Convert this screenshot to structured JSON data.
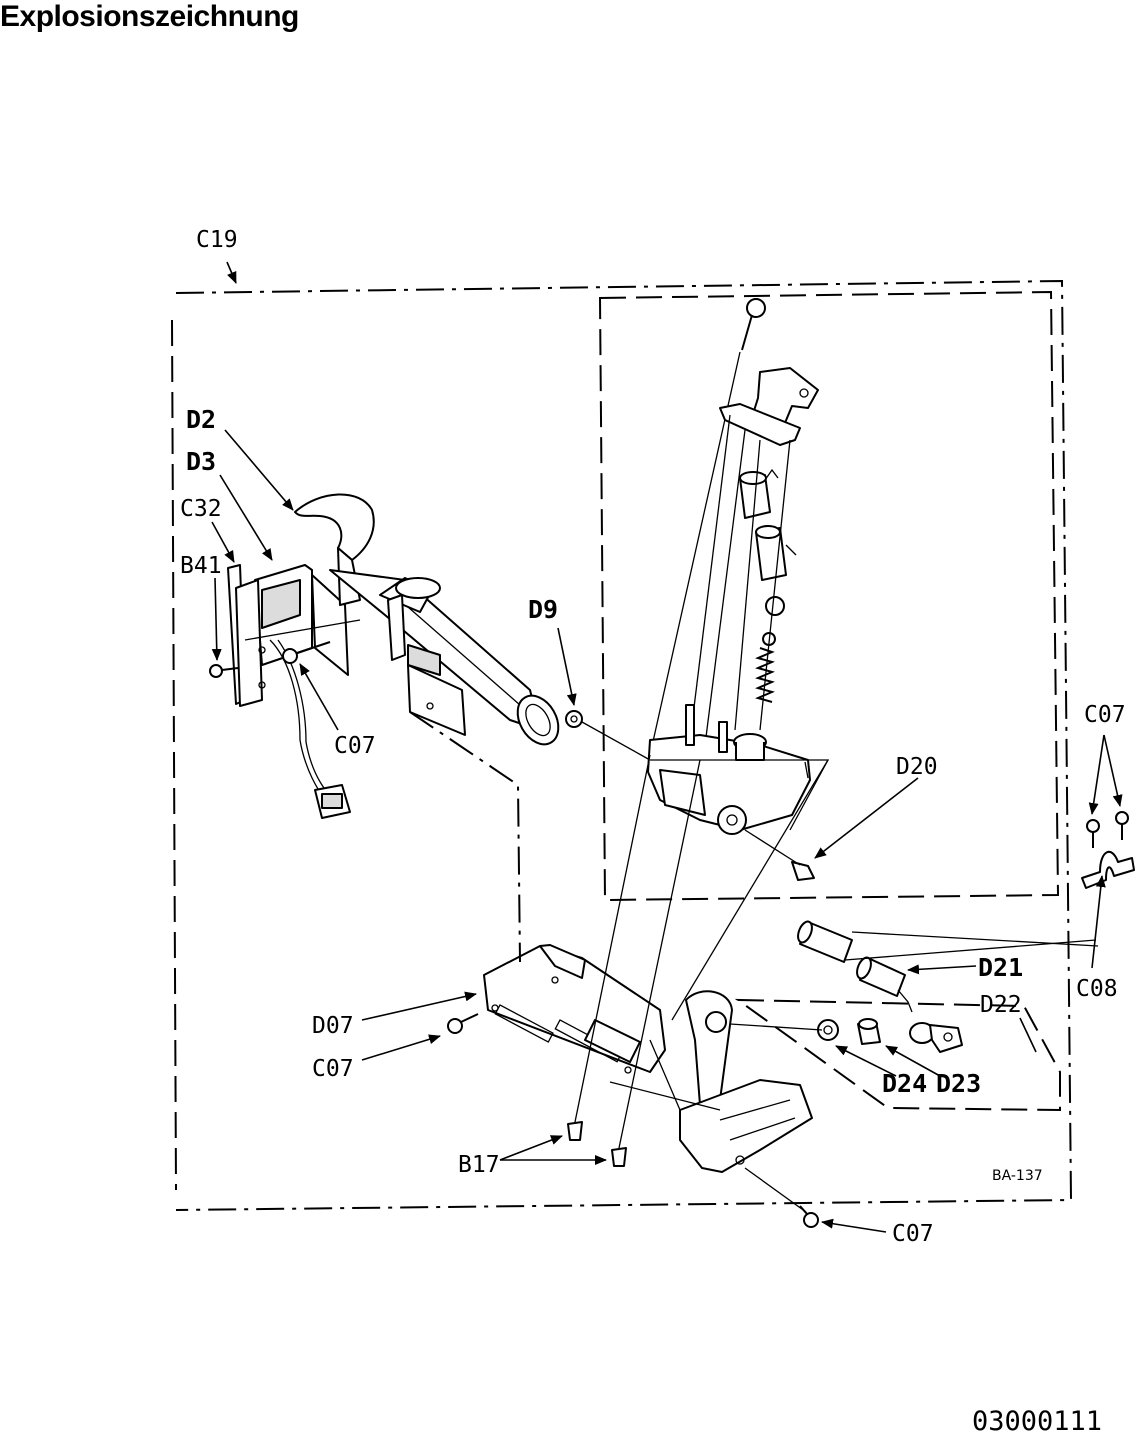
{
  "header": {
    "title": "Explosionszeichnung"
  },
  "diagram": {
    "labels": {
      "c19": "C19",
      "d2": "D2",
      "d3": "D3",
      "c32": "C32",
      "b41": "B41",
      "c07_left": "C07",
      "d9": "D9",
      "d20": "D20",
      "c07_right": "C07",
      "c08": "C08",
      "d21": "D21",
      "d22": "D22",
      "d07": "D07",
      "c07_mid": "C07",
      "d24": "D24",
      "d23": "D23",
      "b17": "B17",
      "c07_bottom": "C07",
      "ref_code": "BA-137"
    }
  },
  "footer": {
    "document_number": "03000111"
  }
}
